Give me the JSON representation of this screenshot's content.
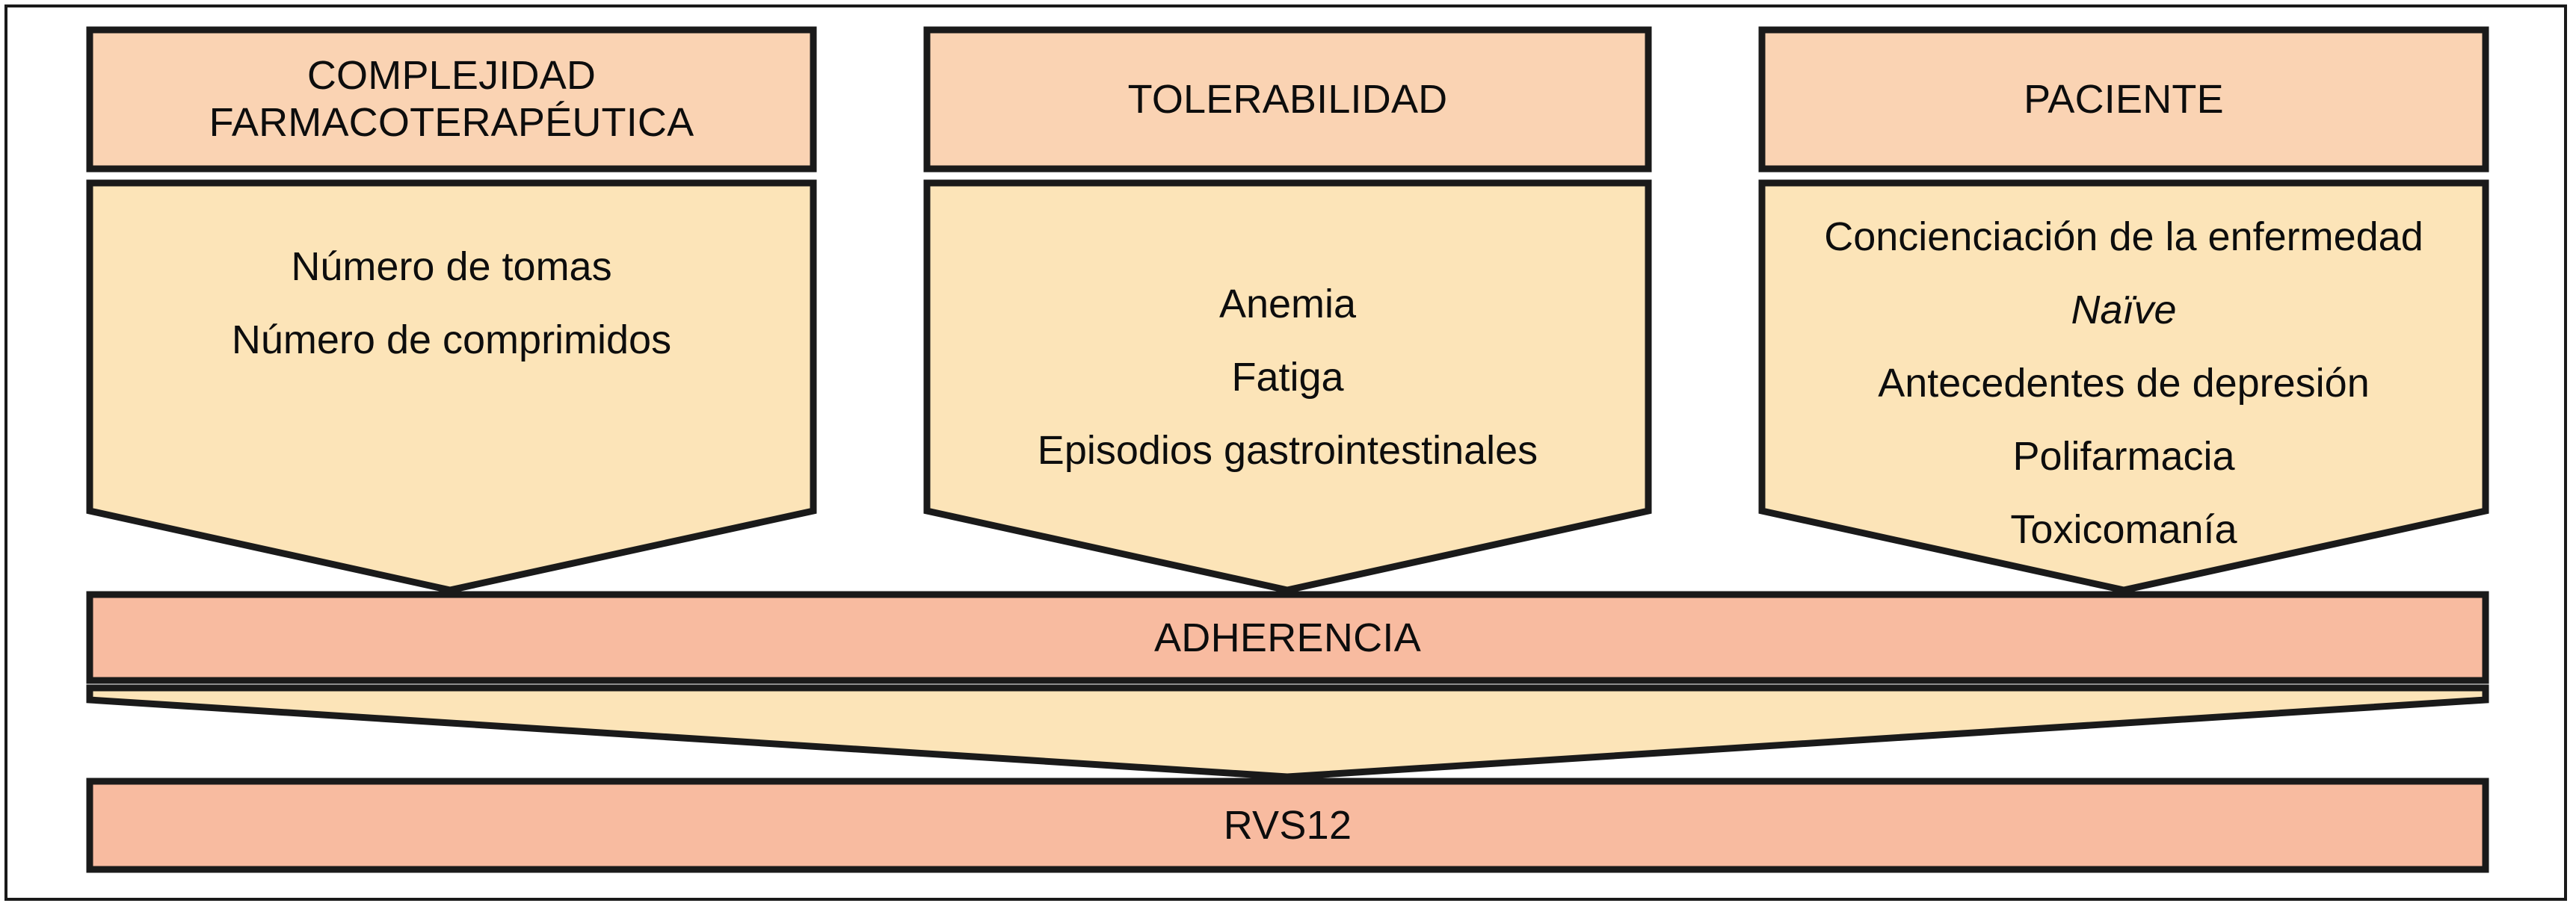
{
  "figure": {
    "type": "flow-diagram",
    "language": "es",
    "colors": {
      "header_fill": "#fad3b3",
      "body_fill": "#fce4b8",
      "outcome_fill": "#f8bba0",
      "stroke": "#1a1a1a",
      "text": "#0d0d0d",
      "background": "#ffffff"
    },
    "columns": [
      {
        "id": "complejidad",
        "header": "COMPLEJIDAD\nFARMACOTERAPÉUTICA",
        "header_line1": "COMPLEJIDAD",
        "header_line2": "FARMACOTERAPÉUTICA",
        "items": [
          {
            "text": "Número de tomas",
            "italic": false
          },
          {
            "text": "Número de comprimidos",
            "italic": false
          }
        ]
      },
      {
        "id": "tolerabilidad",
        "header": "TOLERABILIDAD",
        "header_line1": "TOLERABILIDAD",
        "header_line2": "",
        "items": [
          {
            "text": "Anemia",
            "italic": false
          },
          {
            "text": "Fatiga",
            "italic": false
          },
          {
            "text": "Episodios gastrointestinales",
            "italic": false
          }
        ]
      },
      {
        "id": "paciente",
        "header": "PACIENTE",
        "header_line1": "PACIENTE",
        "header_line2": "",
        "items": [
          {
            "text": "Concienciación de la enfermedad",
            "italic": false
          },
          {
            "text": "Naïve",
            "italic": true
          },
          {
            "text": "Antecedentes de depresión",
            "italic": false
          },
          {
            "text": "Polifarmacia",
            "italic": false
          },
          {
            "text": "Toxicomanía",
            "italic": false
          }
        ]
      }
    ],
    "outcomes": {
      "adherence_label": "ADHERENCIA",
      "result_label": "RVS12"
    }
  }
}
